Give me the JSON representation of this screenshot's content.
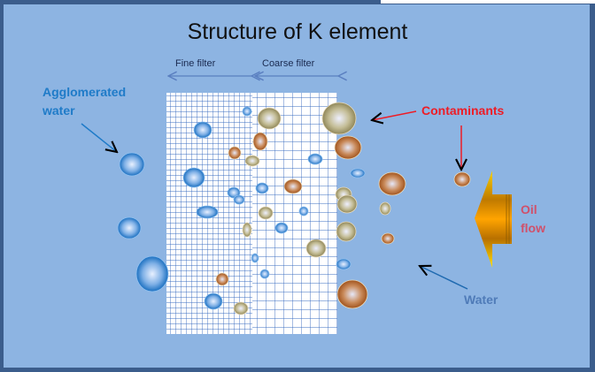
{
  "title": "Structure of K element",
  "labels": {
    "fine_filter": "Fine filter",
    "coarse_filter": "Coarse filter",
    "agglomerated_water": [
      "Agglomerated",
      "water"
    ],
    "contaminants": "Contaminants",
    "oil_flow": [
      "Oil",
      "flow"
    ],
    "water": "Water"
  },
  "colors": {
    "background": "#8db4e2",
    "border": "#3b5d8c",
    "water_label": "#1f7bc8",
    "contaminants_label": "#ee1c25",
    "oil_label": "#d0506a",
    "water_arrow_label": "#4f7bb8"
  }
}
